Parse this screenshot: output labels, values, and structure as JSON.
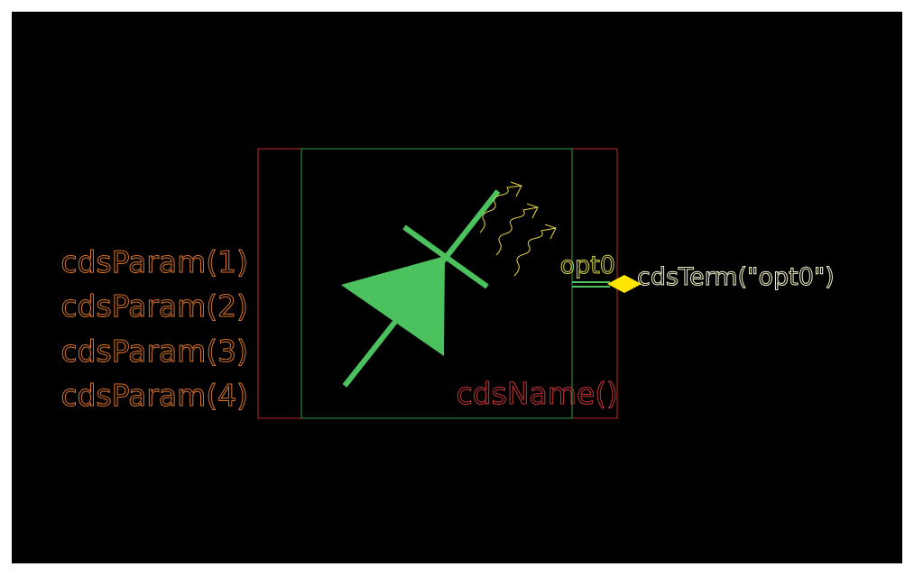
{
  "params": [
    "cdsParam(1)",
    "cdsParam(2)",
    "cdsParam(3)",
    "cdsParam(4)"
  ],
  "instance_name": "cdsName()",
  "pin": {
    "name": "opt0",
    "term_label": "cdsTerm(\"opt0\")"
  },
  "colors": {
    "background": "#000000",
    "bounding_box": "#c02828",
    "selection_box": "#2f9a44",
    "device_fill": "#4cc25f",
    "photon_arrows": "#e8d84a",
    "param_text": "#d9742b",
    "name_text": "#c83434",
    "pin_text": "#d6d64a",
    "pin_diamond": "#ffe600",
    "term_text": "#f0f0c8",
    "pin_wire": "#4cc25f"
  }
}
